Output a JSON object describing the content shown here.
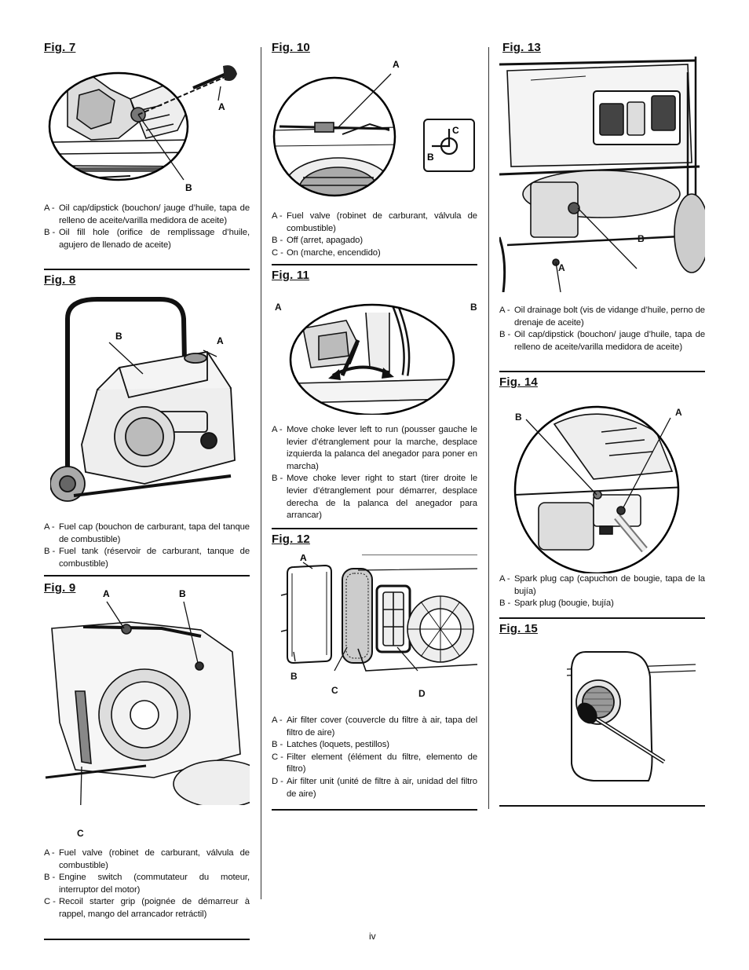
{
  "page_number": "iv",
  "figures": {
    "fig7": {
      "title": "Fig. 7",
      "labels": {
        "a": "A",
        "b": "B"
      },
      "items": [
        {
          "key": "A -",
          "text": "Oil cap/dipstick (bouchon/ jauge d’huile, tapa de relleno de aceite/varilla medidora de aceite)"
        },
        {
          "key": "B -",
          "text": "Oil fill hole (orifice de remplissage d’huile, agujero de llenado de aceite)"
        }
      ]
    },
    "fig8": {
      "title": "Fig. 8",
      "labels": {
        "a": "A",
        "b": "B"
      },
      "items": [
        {
          "key": "A -",
          "text": "Fuel cap (bouchon de carburant, tapa del tanque de combustible)"
        },
        {
          "key": "B -",
          "text": "Fuel tank (réservoir de carburant, tanque de combustible)"
        }
      ]
    },
    "fig9": {
      "title": "Fig. 9",
      "labels": {
        "a": "A",
        "b": "B",
        "c": "C"
      },
      "items": [
        {
          "key": "A -",
          "text": "Fuel valve (robinet de carburant, válvula de combustible)"
        },
        {
          "key": "B -",
          "text": "Engine switch (commutateur du moteur, interruptor del motor)"
        },
        {
          "key": "C -",
          "text": "Recoil starter grip (poignée de démarreur à rappel, mango del arrancador retráctil)"
        }
      ]
    },
    "fig10": {
      "title": "Fig. 10",
      "labels": {
        "a": "A",
        "b": "B",
        "c": "C"
      },
      "items": [
        {
          "key": "A -",
          "text": "Fuel valve (robinet de carburant, válvula de combustible)"
        },
        {
          "key": "B -",
          "text": "Off (arret, apagado)"
        },
        {
          "key": "C -",
          "text": "On (marche, encendido)"
        }
      ]
    },
    "fig11": {
      "title": "Fig. 11",
      "labels": {
        "a": "A",
        "b": "B"
      },
      "items": [
        {
          "key": "A -",
          "text": "Move choke lever left to run (pousser gauche le levier d’étranglement pour la marche, desplace izquierda la palanca del anegador para poner en marcha)"
        },
        {
          "key": "B -",
          "text": "Move choke lever right to start (tirer droite le levier d’étranglement pour démarrer, desplace derecha de la palanca del anegador para arrancar)"
        }
      ]
    },
    "fig12": {
      "title": "Fig. 12",
      "labels": {
        "a": "A",
        "b": "B",
        "c": "C",
        "d": "D"
      },
      "items": [
        {
          "key": "A -",
          "text": "Air filter cover (couvercle du filtre à air, tapa del filtro de aire)"
        },
        {
          "key": "B -",
          "text": "Latches (loquets, pestillos)"
        },
        {
          "key": "C -",
          "text": "Filter element (élément du filtre, elemento de filtro)"
        },
        {
          "key": "D -",
          "text": "Air filter unit (unité de filtre à air, unidad del filtro de aire)"
        }
      ]
    },
    "fig13": {
      "title": "Fig. 13",
      "labels": {
        "a": "A",
        "b": "B"
      },
      "items": [
        {
          "key": "A -",
          "text": "Oil drainage bolt (vis de vidange d’huile, perno de drenaje de aceite)"
        },
        {
          "key": "B -",
          "text": "Oil cap/dipstick (bouchon/ jauge d’huile, tapa de relleno de aceite/varilla medidora de aceite)"
        }
      ]
    },
    "fig14": {
      "title": "Fig. 14",
      "labels": {
        "a": "A",
        "b": "B"
      },
      "items": [
        {
          "key": "A -",
          "text": "Spark plug cap (capuchon de bougie, tapa de la bujía)"
        },
        {
          "key": "B -",
          "text": "Spark plug (bougie, bujía)"
        }
      ]
    },
    "fig15": {
      "title": "Fig. 15"
    }
  }
}
